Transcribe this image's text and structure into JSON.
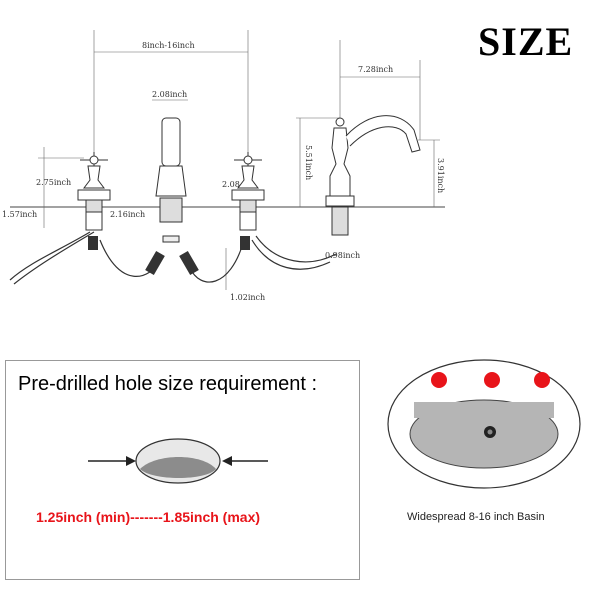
{
  "header": {
    "title": "SIZE"
  },
  "dimensions": {
    "spread": "8inch-16inch",
    "spout_width": "7.28inch",
    "handle_top": "2.08inch",
    "spout_height": "5.51inch",
    "spout_reach_height": "3.91inch",
    "handle_height": "2.75inch",
    "shank_length": "1.57inch",
    "shank_middle": "2.16inch",
    "handle_right": "2.08",
    "spout_shank": "0.98inch",
    "connector": "1.02inch"
  },
  "hole_panel": {
    "title": "Pre-drilled hole size requirement :",
    "range": "1.25inch (min)-------1.85inch (max)"
  },
  "basin": {
    "caption": "Widespread 8-16 inch Basin"
  },
  "colors": {
    "accent": "#e8141a",
    "hole_red": "#e8141a",
    "basin_gray": "#b5b5b5"
  }
}
